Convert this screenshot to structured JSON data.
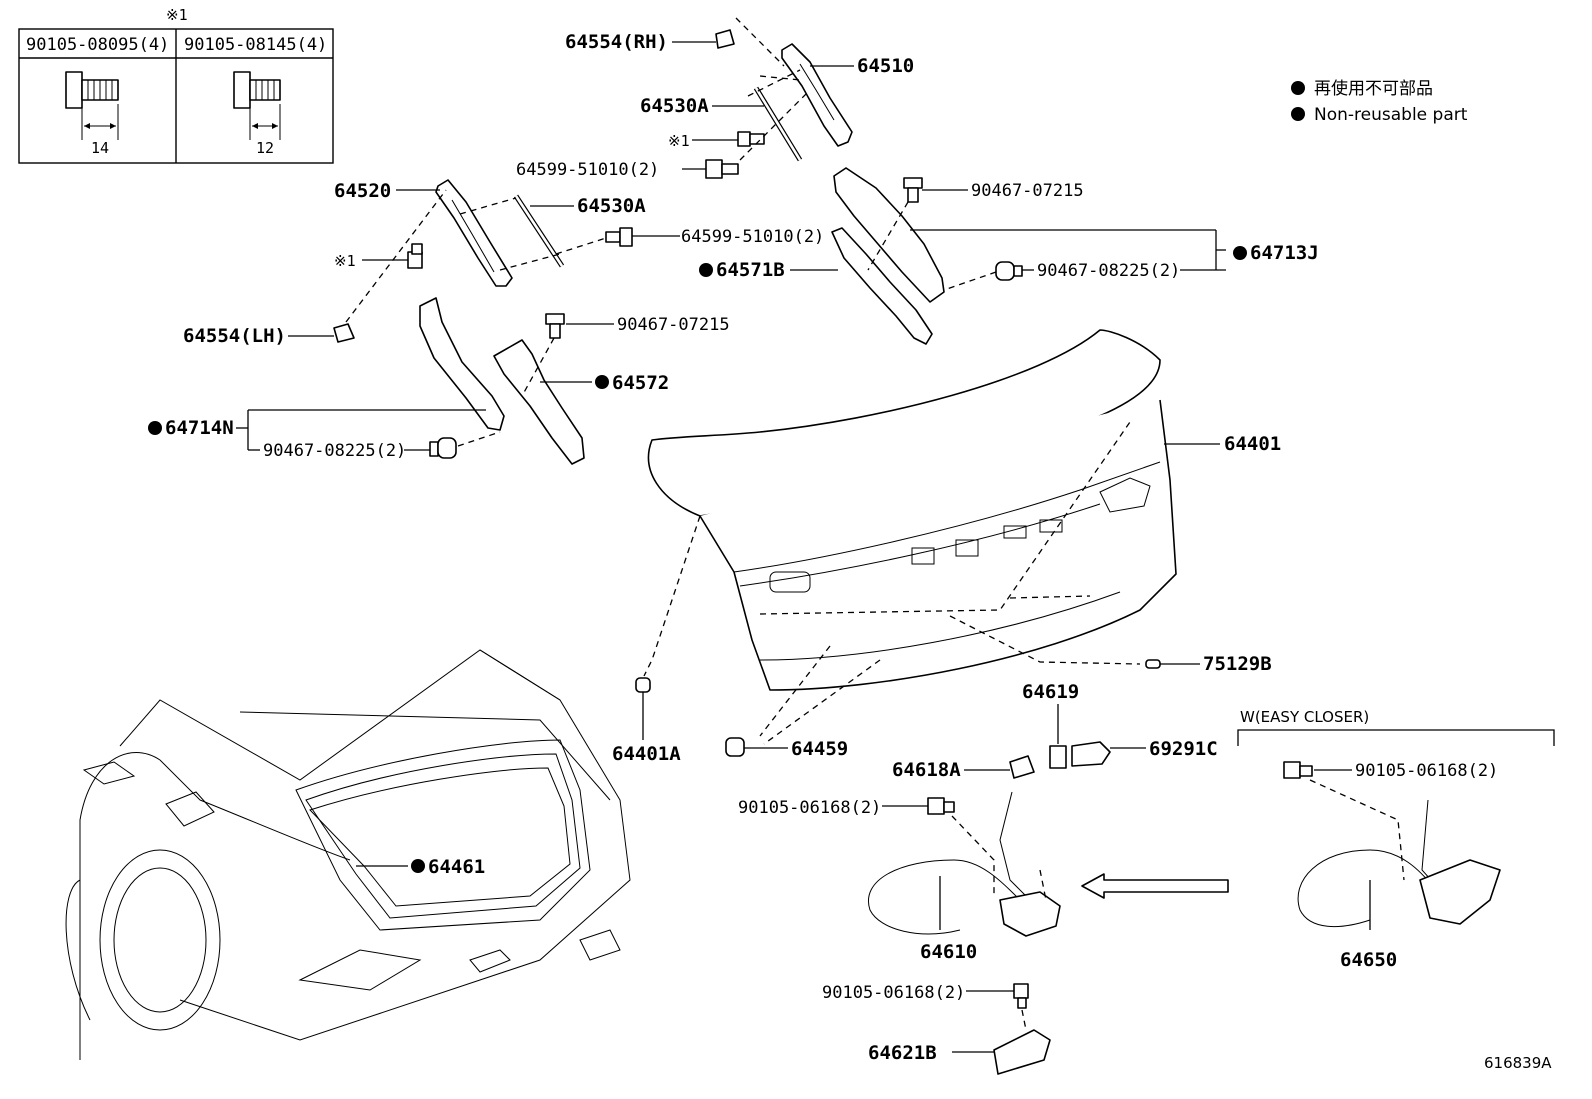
{
  "bolt_table": {
    "note_mark": "※1",
    "col1_header": "90105-08095(4)",
    "col2_header": "90105-08145(4)",
    "col1_dim": "14",
    "col2_dim": "12"
  },
  "legend": {
    "jp_text": "再使用不可部品",
    "en_text": "Non-reusable part"
  },
  "labels": {
    "p64554_rh": "64554(RH)",
    "p64510": "64510",
    "p64530a_top": "64530A",
    "note1_a": "※1",
    "p64599_a": "64599-51010(2)",
    "p90467_07215_a": "90467-07215",
    "p64520": "64520",
    "p64530a_mid": "64530A",
    "p64599_b": "64599-51010(2)",
    "p64713j": "64713J",
    "note1_b": "※1",
    "p64571b": "64571B",
    "p90467_08225_a": "90467-08225(2)",
    "p64554_lh": "64554(LH)",
    "p90467_07215_b": "90467-07215",
    "p64572": "64572",
    "p64714n": "64714N",
    "p90467_08225_b": "90467-08225(2)",
    "p64401": "64401",
    "p75129b": "75129B",
    "p64619": "64619",
    "easy_closer": "W(EASY CLOSER)",
    "p64401a": "64401A",
    "p64459": "64459",
    "p64618a": "64618A",
    "p69291c": "69291C",
    "p90105_06168_a": "90105-06168(2)",
    "p90105_06168_b": "90105-06168(2)",
    "p64461": "64461",
    "p64610": "64610",
    "p64650": "64650",
    "p90105_06168_c": "90105-06168(2)",
    "p64621b": "64621B",
    "diagram_id": "616839A"
  }
}
